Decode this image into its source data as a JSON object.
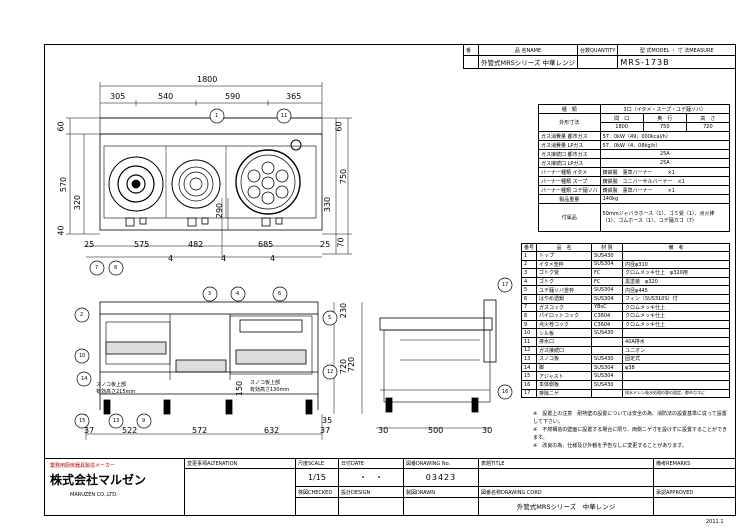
{
  "header": {
    "col_no": "番",
    "col_name": "品 名NAME",
    "col_qty": "台数QUANTITY",
    "col_model": "型 式MODEL ・ 寸 法MEASURE",
    "no_value": "",
    "name_value": "外管式MRSシリーズ 中華レンジ",
    "qty_value": "",
    "model_value": "MRS-173B"
  },
  "spec_table": {
    "rows": [
      {
        "label": "種　類",
        "value": "3口（イタメ・スープ・ユデ麺ソバ）"
      },
      {
        "label": "外形寸法",
        "sub": [
          "間　口",
          "奥　行",
          "高　さ"
        ]
      },
      {
        "label": "",
        "sub": [
          "1800",
          "750",
          "720"
        ]
      },
      {
        "label": "ガス消費量 都市ガス",
        "value": "57．0kW（49，000kcal/h）"
      },
      {
        "label": "ガス消費量 LPガス",
        "value": "57．0kW（4．08kg/h）"
      },
      {
        "label": "ガス接続口 都市ガス",
        "value": "25A"
      },
      {
        "label": "ガス接続口 LPガス",
        "value": "25A"
      },
      {
        "label": "バーナー種類 イタメ",
        "value": "鋳鉄製　菫草バーナー　　　×1"
      },
      {
        "label": "バーナー種類 スープ",
        "value": "鋳鉄製　ユニバーサルバーナー　×1"
      },
      {
        "label": "バーナー種類 ユデ麺ソバ",
        "value": "鋳鉄製　菫草バーナー　　　×1"
      },
      {
        "label": "製品重量",
        "value": "140kg"
      },
      {
        "label": "付属品",
        "value": "50mmジャバラホース（1）、ゴミ受（1）、点火棒（1）、ゴムホース（1）、ユデ麺カゴ（7）"
      }
    ]
  },
  "parts_table": {
    "headers": [
      "番号",
      "品　名",
      "材 質",
      "備　考"
    ],
    "rows": [
      [
        "1",
        "トップ",
        "SUS430",
        ""
      ],
      [
        "2",
        "イタメ釜枠",
        "SUS304",
        "内径φ310"
      ],
      [
        "3",
        "ゴトク受",
        "FC",
        "クロムメッキ仕上　φ320用"
      ],
      [
        "4",
        "ゴトク",
        "FC",
        "黒塗装　φ320"
      ],
      [
        "5",
        "ユデ麺ソバ釜枠",
        "SUS304",
        "内径φ445"
      ],
      [
        "6",
        "はやめ透鍋",
        "SUS304",
        "フィン（SUS310S）付"
      ],
      [
        "7",
        "ガスコック",
        "YBsC",
        "クロムメッキ仕上"
      ],
      [
        "8",
        "パイロットコック",
        "C3604",
        "クロムメッキ仕上"
      ],
      [
        "9",
        "点火栓コック",
        "C3604",
        "クロムメッキ仕上"
      ],
      [
        "10",
        "シル板",
        "SUS430",
        ""
      ],
      [
        "11",
        "排水口",
        "",
        "40A排水"
      ],
      [
        "12",
        "ガス接続口",
        "",
        "ユニオン"
      ],
      [
        "13",
        "スノコ板",
        "SUS430",
        "固定式"
      ],
      [
        "14",
        "脚",
        "SUS304",
        "φ38"
      ],
      [
        "15",
        "アジャスト",
        "SUS304",
        ""
      ],
      [
        "16",
        "本体側板",
        "SUS430",
        ""
      ],
      [
        "17",
        "排除ニゲ",
        "",
        "排水ドレン吸水処理の管の固定、都市ガスに"
      ]
    ]
  },
  "notes": {
    "n1": "※　設置上の注意　耐熱壁の設置については安全の為、消防法の設置基準に従って設置して下さい。",
    "n2": "※　不燃構造の壁面に設置する場合に限り、両側ニゲ寸を設けずに設置することができます。",
    "n3": "※　改良の為、仕様及び外観を予告なしに変更することがあります。"
  },
  "dimensions": {
    "top_total": "1800",
    "top_segments": [
      "305",
      "540",
      "590",
      "365"
    ],
    "left_vertical": [
      "60",
      "570",
      "320",
      "40"
    ],
    "right_vertical": [
      "60",
      "750",
      "330",
      "70"
    ],
    "mid_290": "290",
    "bottom_row": [
      "25",
      "575",
      "482",
      "685",
      "25"
    ],
    "fours": [
      "4",
      "4",
      "4"
    ],
    "front_bottom": [
      "37",
      "522",
      "572",
      "632",
      "37"
    ],
    "front_right": [
      "230",
      "720",
      "35"
    ],
    "front_150": "150",
    "side_bottom": [
      "30",
      "500",
      "30"
    ],
    "side_height": "720",
    "drain_label_1": "スノコ板上部\n有効高さ215mm",
    "drain_label_2": "スノコ板上部\n有効高さ130mm"
  },
  "callouts": [
    "1",
    "2",
    "3",
    "4",
    "5",
    "6",
    "7",
    "8",
    "9",
    "10",
    "11",
    "12",
    "13",
    "14",
    "15",
    "16",
    "17"
  ],
  "title_block": {
    "company_tagline": "業務用厨房器具製造メーカー",
    "company_name": "株式会社マルゼン",
    "company_en": "MARUZEN CO.,LTD.",
    "alteration_label": "変更事項ALTERATION",
    "scale_label": "尺度SCALE",
    "scale_value": "1/15",
    "date_label": "日付DATE",
    "date_value": "・　・",
    "drawing_no_label": "図番DRAWING No.",
    "drawing_no_value": "03423",
    "title_label": "表題TITLE",
    "title_value": "",
    "remarks_label": "備考REMARKS",
    "checked_label": "検図CHECKED",
    "design_label": "設計DESIGN",
    "drawn_label": "製図DRAWN",
    "drawing_cord_label": "図番名称DRAWING CORD",
    "drawing_cord_value": "外管式MRSシリーズ　中華レンジ",
    "approved_label": "承認APPROVED",
    "year": "2011.1"
  }
}
